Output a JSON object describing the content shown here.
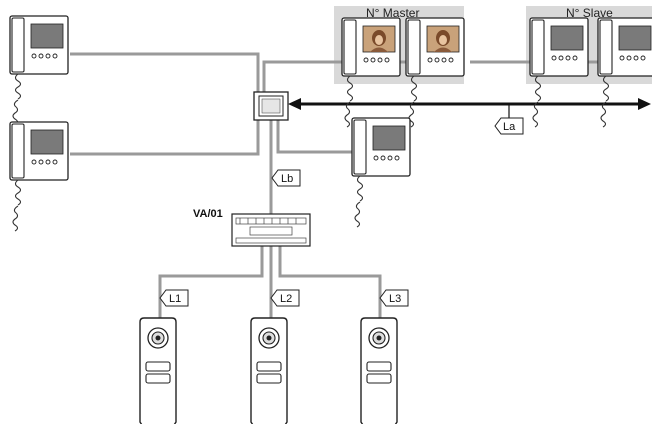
{
  "groups": {
    "master_label": "N° Master",
    "slave_label": "N° Slave"
  },
  "device": {
    "distributor_label": "VA/01"
  },
  "cables": {
    "la": "La",
    "lb": "Lb",
    "l1": "L1",
    "l2": "L2",
    "l3": "L3"
  },
  "colors": {
    "wire": "#9a9a9a",
    "panel_bg": "#d9d9d9",
    "outline": "#222222",
    "screen_off": "#7a7a7a",
    "screen_on": "#c9a27a"
  }
}
